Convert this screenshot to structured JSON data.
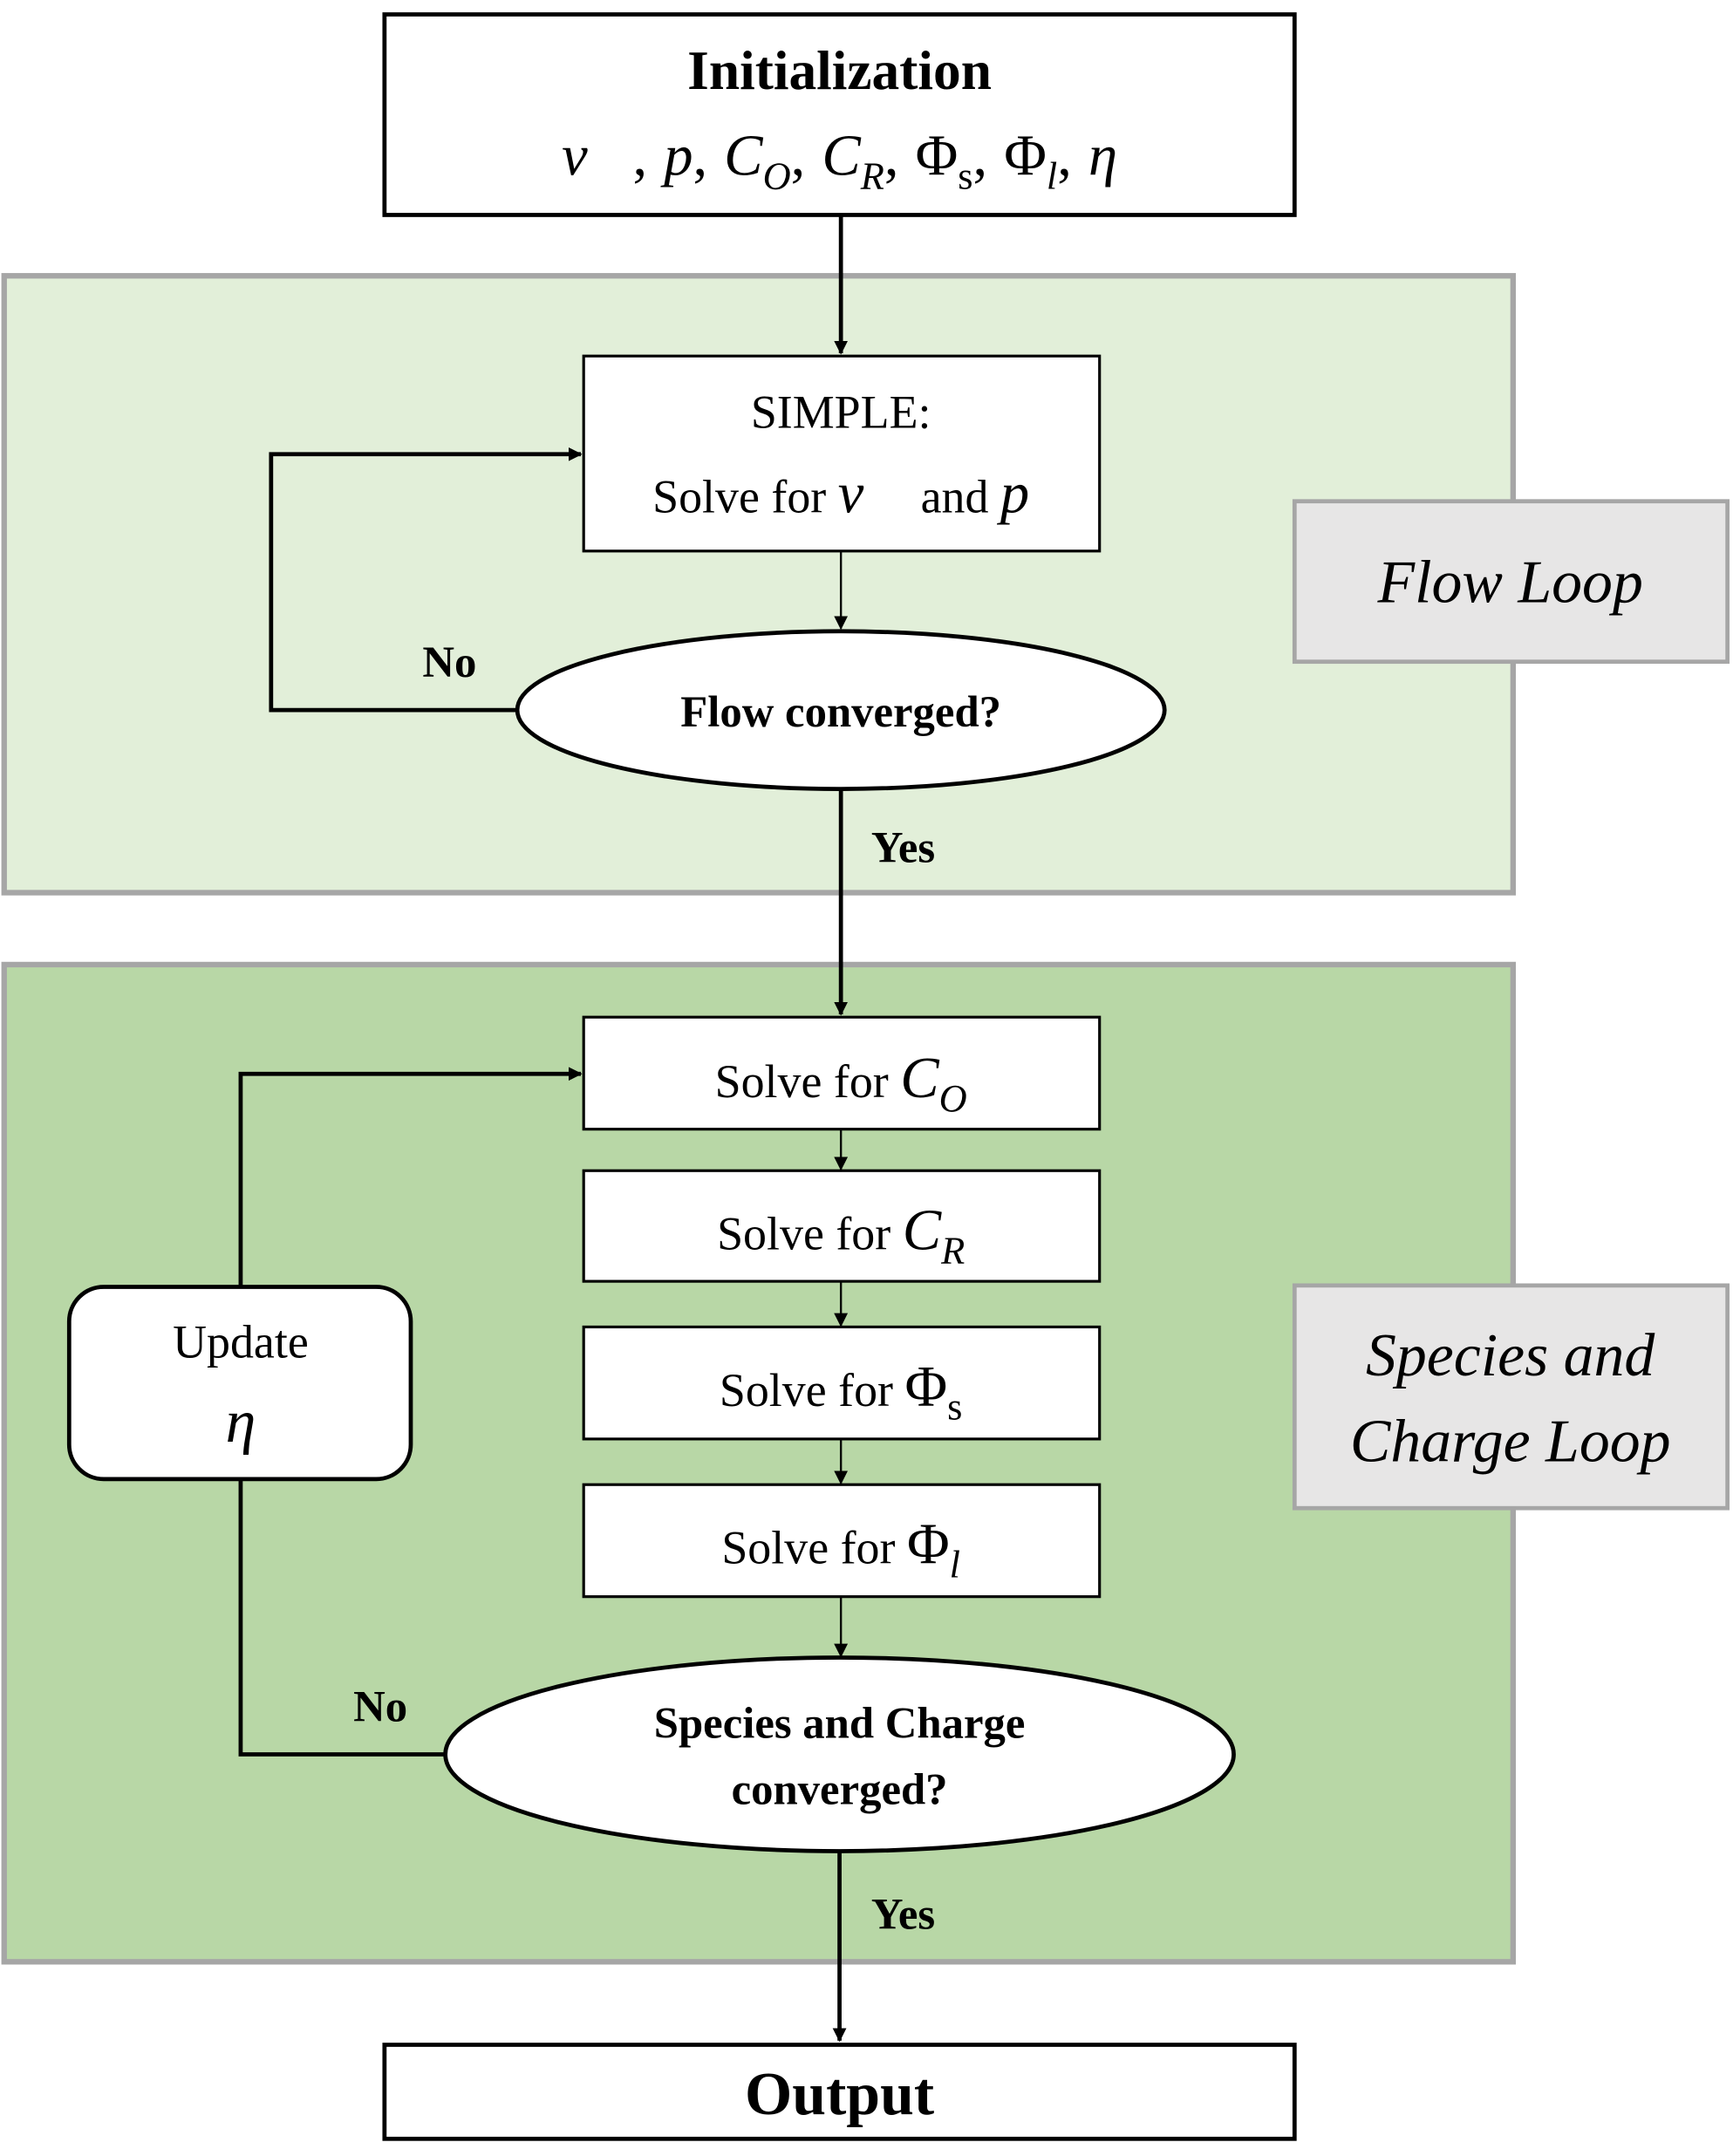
{
  "initialization": {
    "title": "Initialization",
    "vars": [
      "v⃗",
      "p",
      "C",
      "O",
      "C",
      "R",
      "Φ",
      "s",
      "Φ",
      "l",
      "η"
    ],
    "sep": ","
  },
  "flow_loop": {
    "label": "Flow Loop",
    "simple_title": "SIMPLE:",
    "simple_solve": "Solve for ",
    "simple_v": "v⃗",
    "simple_and": " and ",
    "simple_p": "p",
    "decision": "Flow converged?",
    "no": "No",
    "yes": "Yes"
  },
  "species_loop": {
    "label_line1": "Species and",
    "label_line2": "Charge Loop",
    "steps": [
      {
        "prefix": "Solve for ",
        "sym": "C",
        "sub": "O"
      },
      {
        "prefix": "Solve for ",
        "sym": "C",
        "sub": "R"
      },
      {
        "prefix": "Solve for ",
        "sym": "Φ",
        "sub": "s"
      },
      {
        "prefix": "Solve for ",
        "sym": "Φ",
        "sub": "l"
      }
    ],
    "update_label": "Update",
    "update_sym": "η",
    "decision_line1": "Species and Charge",
    "decision_line2": "converged?",
    "no": "No",
    "yes": "Yes"
  },
  "output": {
    "label": "Output"
  },
  "colors": {
    "flow_panel": "#e2efd9",
    "species_panel": "#b8d7a6",
    "panel_border": "#a6a6a6",
    "label_box": "#e7e6e6"
  }
}
